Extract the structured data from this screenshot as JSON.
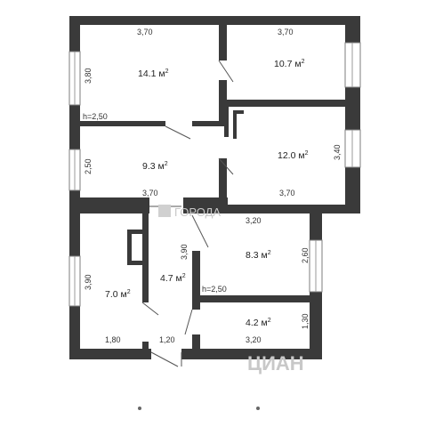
{
  "rooms": [
    {
      "id": "r1",
      "area": "14.1 м",
      "exp": "2"
    },
    {
      "id": "r2",
      "area": "10.7 м",
      "exp": "2"
    },
    {
      "id": "r3",
      "area": "9.3 м",
      "exp": "2"
    },
    {
      "id": "r4",
      "area": "12.0 м",
      "exp": "2"
    },
    {
      "id": "r5",
      "area": "8.3 м",
      "exp": "2"
    },
    {
      "id": "r6",
      "area": "4.7 м",
      "exp": "2"
    },
    {
      "id": "r7",
      "area": "7.0 м",
      "exp": "2"
    },
    {
      "id": "r8",
      "area": "4.2 м",
      "exp": "2"
    }
  ],
  "dims": {
    "top_left": "3,70",
    "top_right": "3,70",
    "left_r1": "3,80",
    "height1": "h=2,50",
    "left_r3": "2,50",
    "mid_left": "3,70",
    "mid_right": "3,70",
    "right_r4": "3,40",
    "r5_top": "3,20",
    "r6_side": "3,90",
    "r5_right": "2,60",
    "left_r7": "3,90",
    "height2": "h=2,50",
    "r8_right": "1,30",
    "bottom_left": "1,80",
    "bottom_mid": "1,20",
    "bottom_right": "3,20"
  },
  "watermark": {
    "top": "ГОРОДА",
    "bottom": "ЦИАН"
  }
}
